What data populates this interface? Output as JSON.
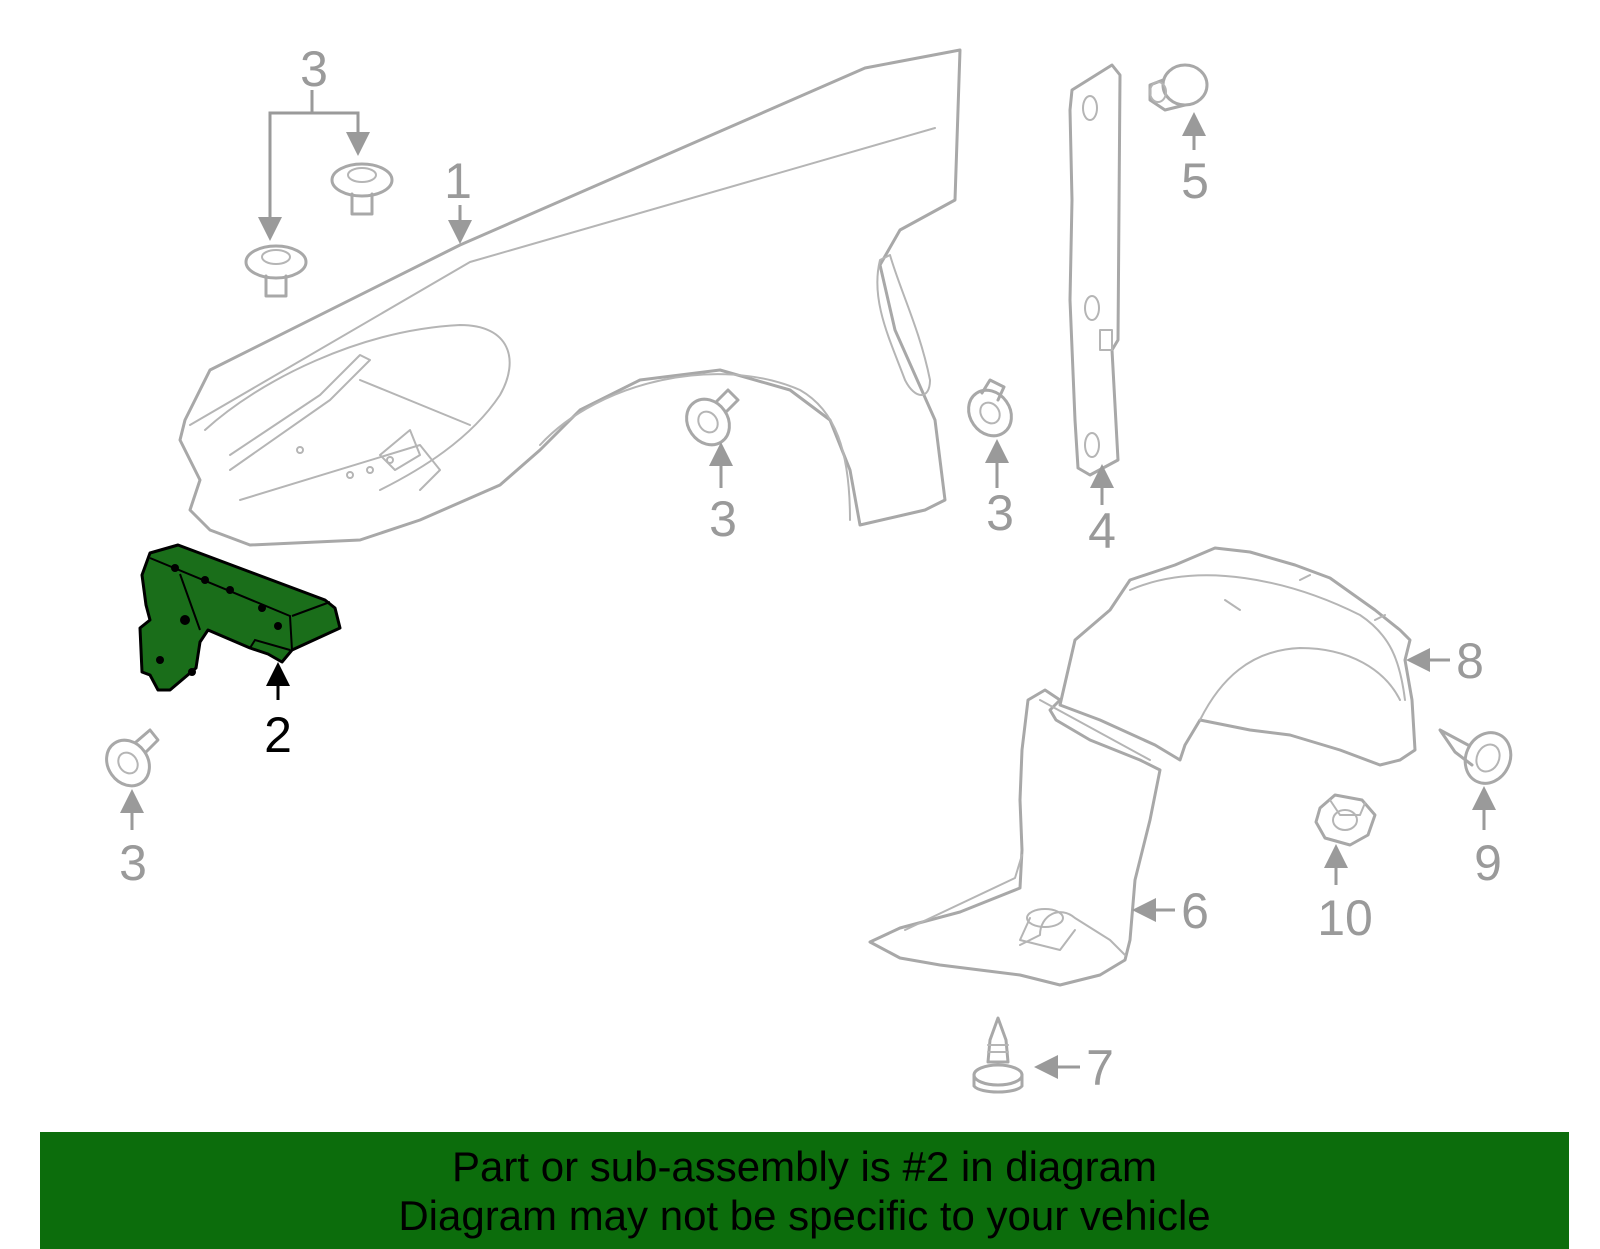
{
  "diagram": {
    "highlight_color": "#1a6e1a",
    "callouts": {
      "c1": "1",
      "c2": "2",
      "c3a": "3",
      "c3b": "3",
      "c3c": "3",
      "c3d": "3",
      "c4": "4",
      "c5": "5",
      "c6": "6",
      "c7": "7",
      "c8": "8",
      "c9": "9",
      "c10": "10"
    }
  },
  "banner": {
    "line1": "Part or sub-assembly is #2 in diagram",
    "line2": "Diagram may not be specific to your vehicle",
    "background": "#0c6d0c"
  }
}
